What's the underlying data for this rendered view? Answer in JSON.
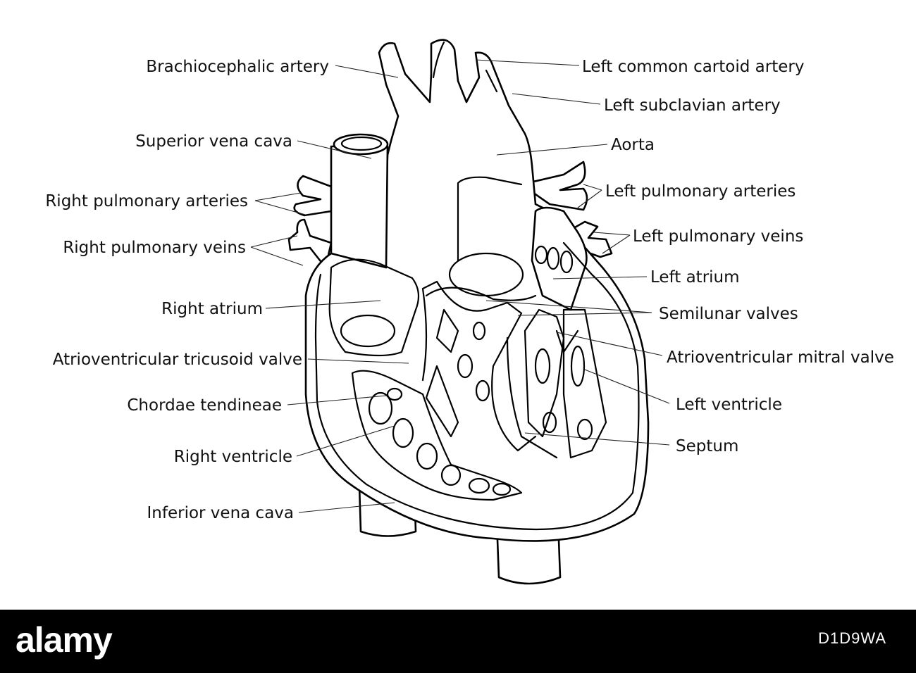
{
  "labels": {
    "brachiocephalic_artery": "Brachiocephalic artery",
    "superior_vena_cava": "Superior vena cava",
    "right_pulmonary_arteries": "Right pulmonary arteries",
    "right_pulmonary_veins": "Right pulmonary veins",
    "right_atrium": "Right atrium",
    "av_tricuspid_valve": "Atrioventricular tricusoid valve",
    "chordae_tendineae": "Chordae tendineae",
    "right_ventricle": "Right ventricle",
    "inferior_vena_cava": "Inferior vena cava",
    "left_common_carotid_artery": "Left common cartoid artery",
    "left_subclavian_artery": "Left subclavian artery",
    "aorta": "Aorta",
    "left_pulmonary_arteries": "Left pulmonary arteries",
    "left_pulmonary_veins": "Left pulmonary veins",
    "left_atrium": "Left atrium",
    "semilunar_valves": "Semilunar valves",
    "av_mitral_valve": "Atrioventricular mitral valve",
    "left_ventricle": "Left ventricle",
    "septum": "Septum"
  },
  "footer": {
    "logo": "alamy",
    "stock_id": "D1D9WA"
  },
  "colors": {
    "line": "#000000",
    "background": "#ffffff",
    "footer_bg": "#000000",
    "footer_text": "#ffffff"
  }
}
